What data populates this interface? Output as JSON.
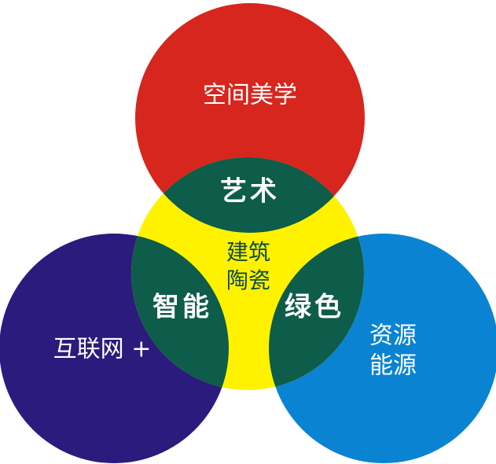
{
  "colors": {
    "top_circle": "#d7261e",
    "left_circle": "#2b1b7c",
    "right_circle": "#0a84d2",
    "center_circle": "#fff200",
    "overlap": "#0e5c4a"
  },
  "circles": {
    "top": {
      "label": "空间美学"
    },
    "left": {
      "label": "互联网 +"
    },
    "right": {
      "label_line1": "资源",
      "label_line2": "能源"
    },
    "center": {
      "label_line1": "建筑",
      "label_line2": "陶瓷"
    }
  },
  "overlaps": {
    "top_center": "艺术",
    "left_center": "智能",
    "right_center": "绿色"
  }
}
